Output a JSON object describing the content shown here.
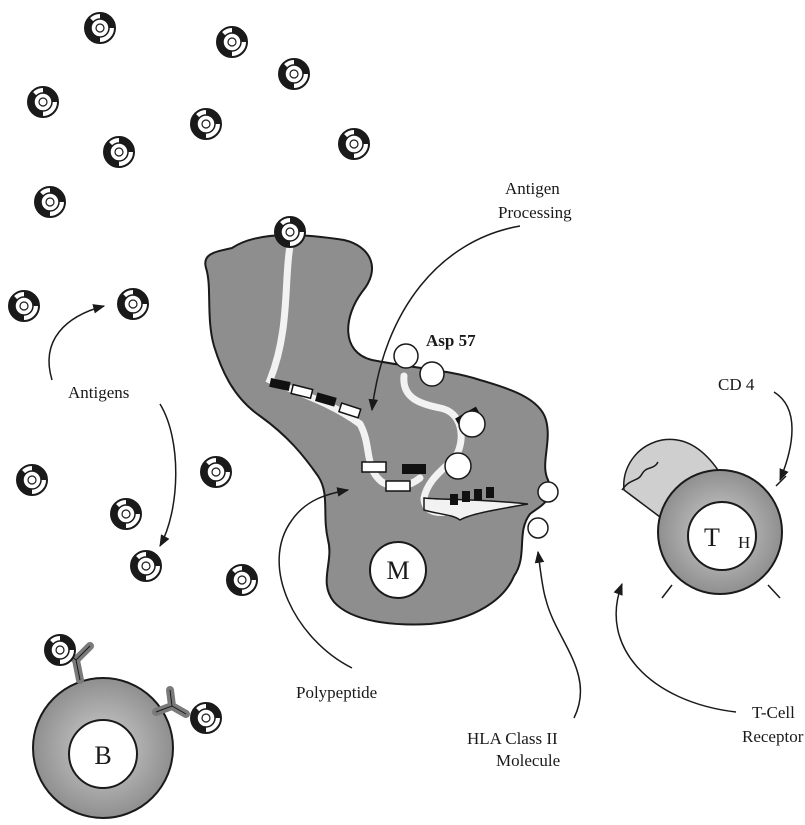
{
  "labels": {
    "antigen_processing_line1": "Antigen",
    "antigen_processing_line2": "Processing",
    "asp57": "Asp 57",
    "antigens": "Antigens",
    "cd4": "CD 4",
    "polypeptide": "Polypeptide",
    "hla_line1": "HLA  Class II",
    "hla_line2": "Molecule",
    "tcr_line1": "T-Cell",
    "tcr_line2": "Receptor"
  },
  "cells": {
    "macrophage": "M",
    "b_cell": "B",
    "t_helper_main": "T",
    "t_helper_sub": "H"
  },
  "colors": {
    "macrophage_fill": "#8e8e8e",
    "cell_gray": "#a6a6a6",
    "ink": "#1a1a1a"
  }
}
